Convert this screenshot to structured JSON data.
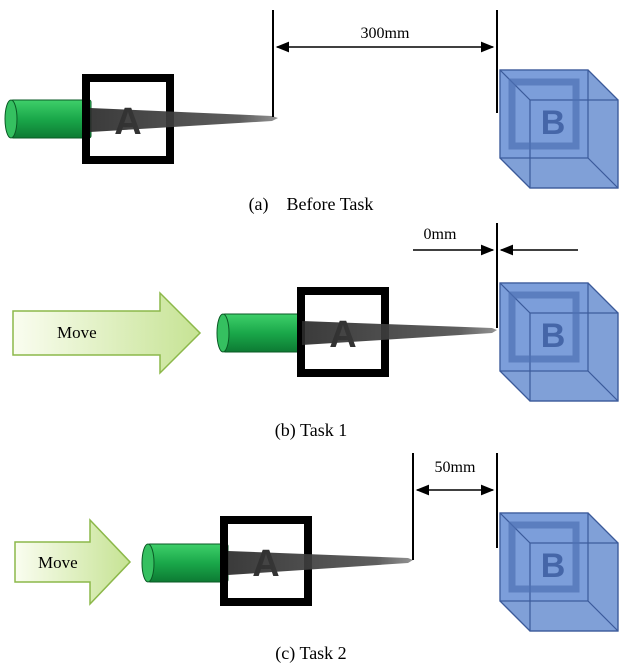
{
  "panels": [
    {
      "id": "a",
      "caption": "(a)    Before Task",
      "distance": "300mm",
      "box_label": "A",
      "cube_label": "B"
    },
    {
      "id": "b",
      "caption": "(b) Task 1",
      "distance": "0mm",
      "move_label": "Move",
      "box_label": "A",
      "cube_label": "B"
    },
    {
      "id": "c",
      "caption": "(c) Task 2",
      "distance": "50mm",
      "move_label": "Move",
      "box_label": "A",
      "cube_label": "B"
    }
  ],
  "colors": {
    "handle_green": "#1aa84a",
    "handle_dark": "#0f7a33",
    "arrow_fill_light": "#f6fbe6",
    "arrow_fill_dark": "#c9e59a",
    "arrow_stroke": "#8cb84a",
    "cube_fill": "#6a8fd0",
    "cube_stroke": "#3b5a9a",
    "needle": "#3a3a3a"
  }
}
